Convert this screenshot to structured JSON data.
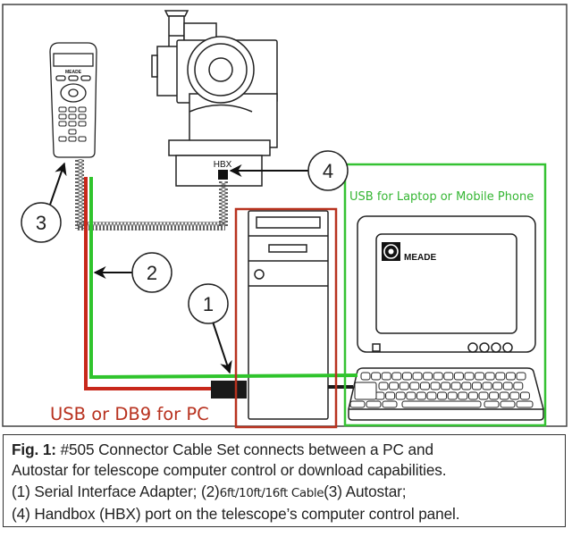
{
  "diagram": {
    "title": "#505 Connector Cable Set connection diagram",
    "callouts": [
      "1",
      "2",
      "3",
      "4"
    ],
    "hbx_label": "HBX",
    "handbox_brand": "MEADE",
    "monitor_brand": "MEADE",
    "annotations": {
      "pc": "USB or DB9 for PC",
      "laptop": "USB for Laptop or Mobile Phone"
    },
    "colors": {
      "pc_cable": "#c8281b",
      "usb_cable": "#2fc42c",
      "pc_box": "#b8321f",
      "laptop_box": "#35c233",
      "line": "#222222"
    }
  },
  "caption": {
    "fig_label": "Fig. 1:",
    "line1_rest": " #505 Connector Cable Set connects between a PC and",
    "line2": "Autostar for telescope computer control or download capabilities.",
    "line3_a": "(1) Serial Interface Adapter; (2)",
    "line3_cable": "6ft/10ft/16ft Cable",
    "line3_b": "(3) Autostar;",
    "line4": "(4) Handbox (HBX) port on the telescope’s computer control panel."
  }
}
